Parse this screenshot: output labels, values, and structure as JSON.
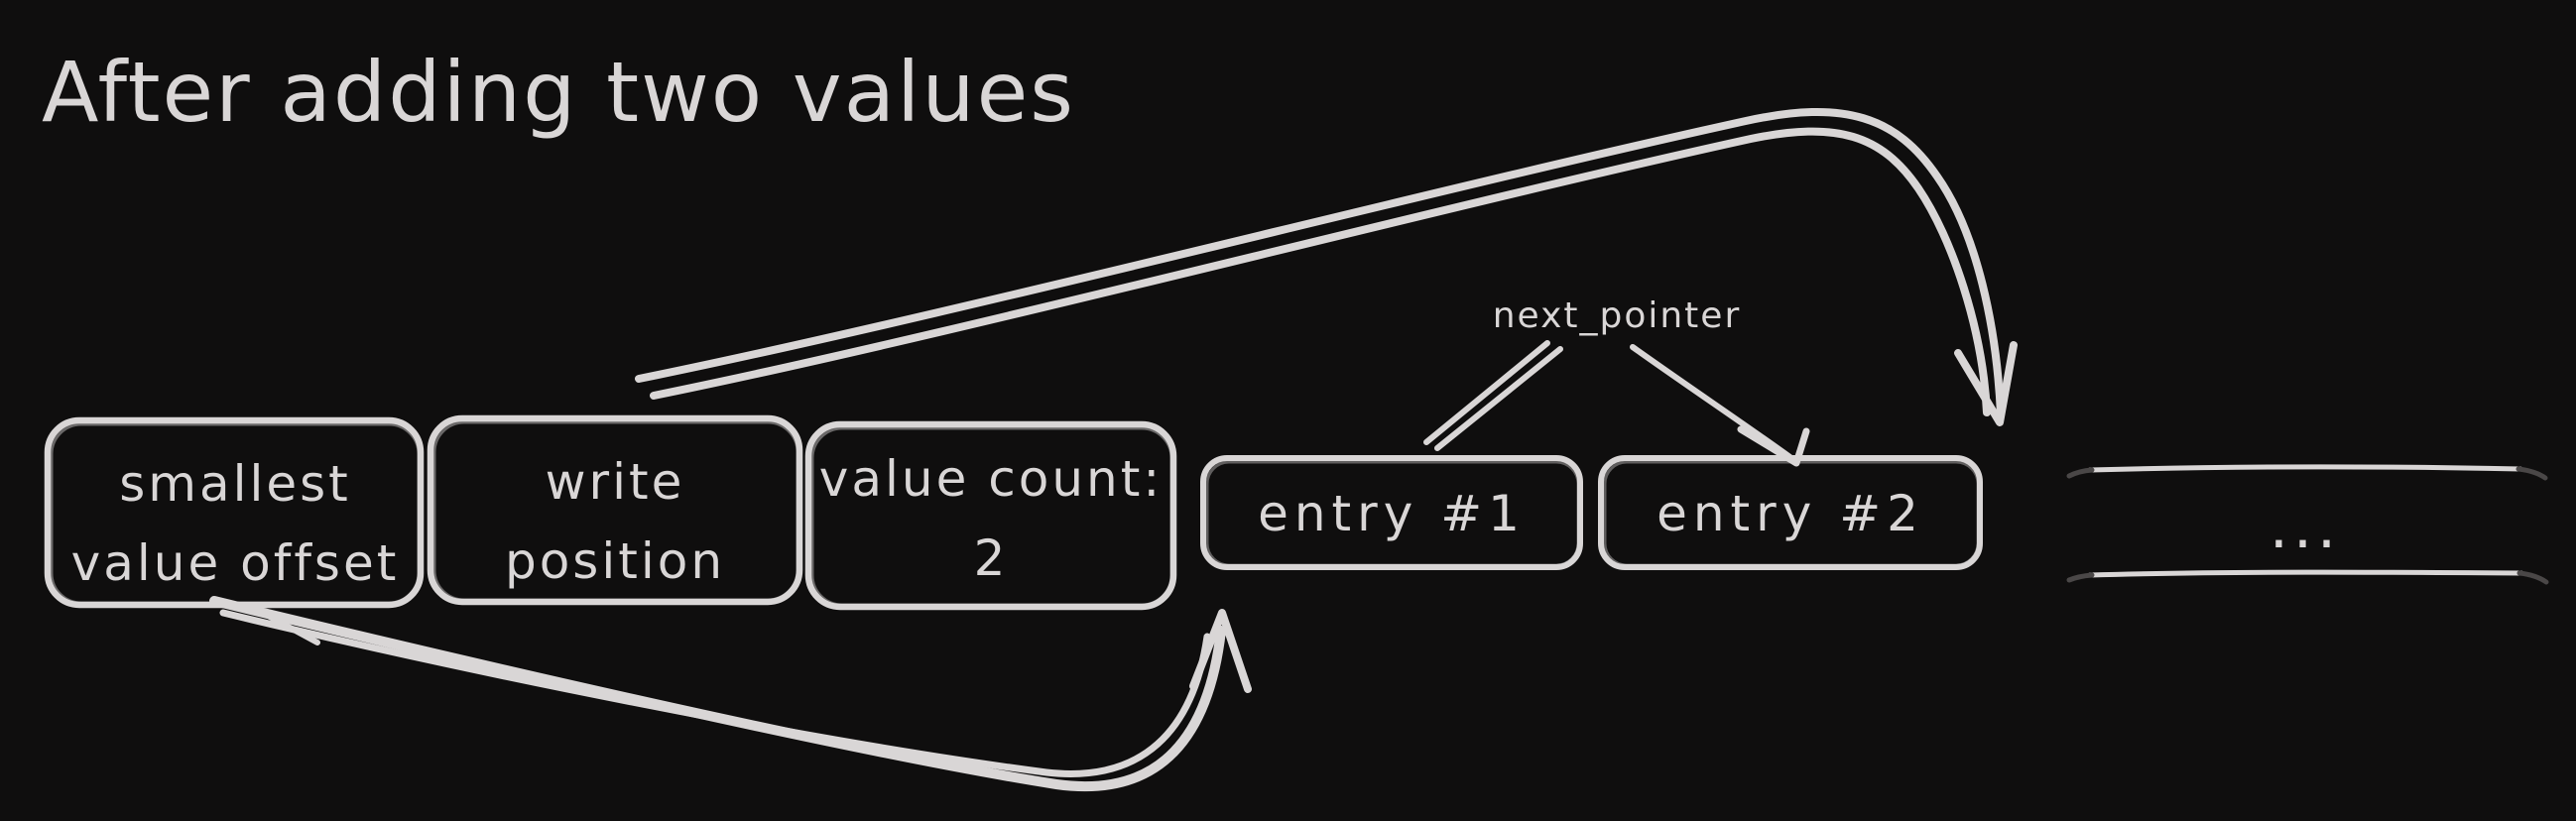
{
  "colors": {
    "background": "#0f0e0e",
    "stroke": "#d9d6d6",
    "dim_stroke": "#4a4747"
  },
  "title": {
    "text": "After adding two values"
  },
  "boxes": [
    {
      "name": "smallest-value-offset",
      "lines": [
        "smallest",
        "value offset"
      ]
    },
    {
      "name": "write-position",
      "lines": [
        "write",
        "position"
      ]
    },
    {
      "name": "value-count",
      "lines": [
        "value count:",
        "2"
      ]
    },
    {
      "name": "entry-1",
      "lines": [
        "entry #1"
      ]
    },
    {
      "name": "entry-2",
      "lines": [
        "entry #2"
      ]
    },
    {
      "name": "continuation",
      "lines": [
        "..."
      ]
    }
  ],
  "labels": {
    "next_pointer": "next_pointer"
  }
}
